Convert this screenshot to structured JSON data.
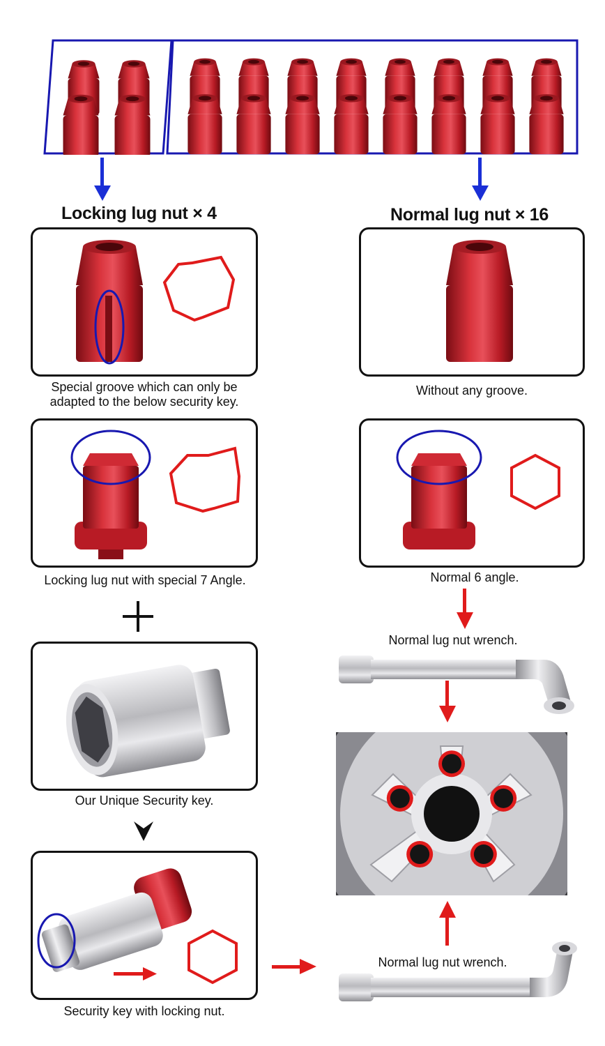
{
  "headings": {
    "locking": "Locking lug nut × 4",
    "normal": "Normal lug nut × 16"
  },
  "captions": {
    "groove_line1": "Special groove which can only be",
    "groove_line2": "adapted to the below security key.",
    "no_groove": "Without any groove.",
    "seven_angle": "Locking lug nut with special 7 Angle.",
    "six_angle": "Normal 6 angle.",
    "wrench_top": "Normal lug nut wrench.",
    "security_key": "Our Unique Security key.",
    "wrench_bottom": "Normal lug nut wrench.",
    "key_with_nut": "Security key with locking nut."
  },
  "counts": {
    "locking_nuts": 4,
    "normal_nuts": 16
  },
  "colors": {
    "nut_red": "#c8202a",
    "frame_blue": "#1818b0",
    "arrow_blue": "#1a2fd6",
    "arrow_red": "#e01b1b",
    "chrome": "#c9c9cc"
  },
  "icons": {
    "plus": "plus-icon",
    "down_chevron": "chevron-down-icon"
  }
}
